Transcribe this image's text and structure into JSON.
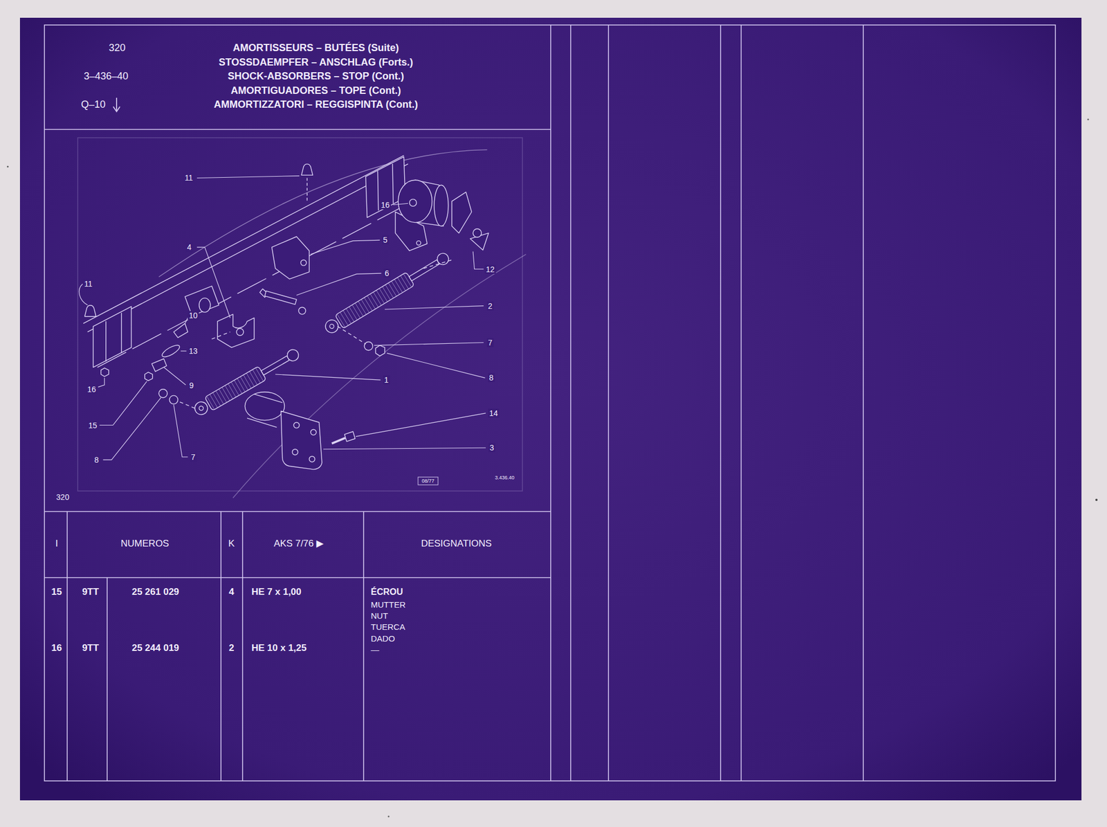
{
  "diagram": {
    "title": "AMORTISSEURS – BUTÉES (Suite)",
    "nodes": [
      {
        "text": [
          "320",
          "3–436–40",
          "Q–10",
          "STOSSDAEMPFER – ANSCHLAG (Forts.)",
          "SHOCK-ABSORBERS – STOP (Cont.)",
          "AMORTIGUADORES – TOPE (Cont.)",
          "AMMORTIZZATORI – REGGISPINTA (Cont.)"
        ]
      },
      {
        "text": [
          "320"
        ]
      },
      {
        "text": [
          "I",
          "NUMEROS",
          "K",
          "AKS 7/76 ▶",
          "DESIGNATIONS"
        ]
      }
    ],
    "labels": [
      "11",
      "16",
      "5",
      "4",
      "6",
      "12",
      "2",
      "11",
      "10",
      "7",
      "13",
      "8",
      "16",
      "9",
      "1",
      "15",
      "14",
      "3",
      "8",
      "7",
      "08/77",
      "3.436.40",
      "15",
      "9TT",
      "25 261 029",
      "4",
      "HE 7 x 1,00",
      "ÉCROU",
      "MUTTER",
      "NUT",
      "TUERCA",
      "DADO",
      "—",
      "16",
      "9TT",
      "25 244 019",
      "2",
      "HE 10 x 1,25"
    ]
  }
}
